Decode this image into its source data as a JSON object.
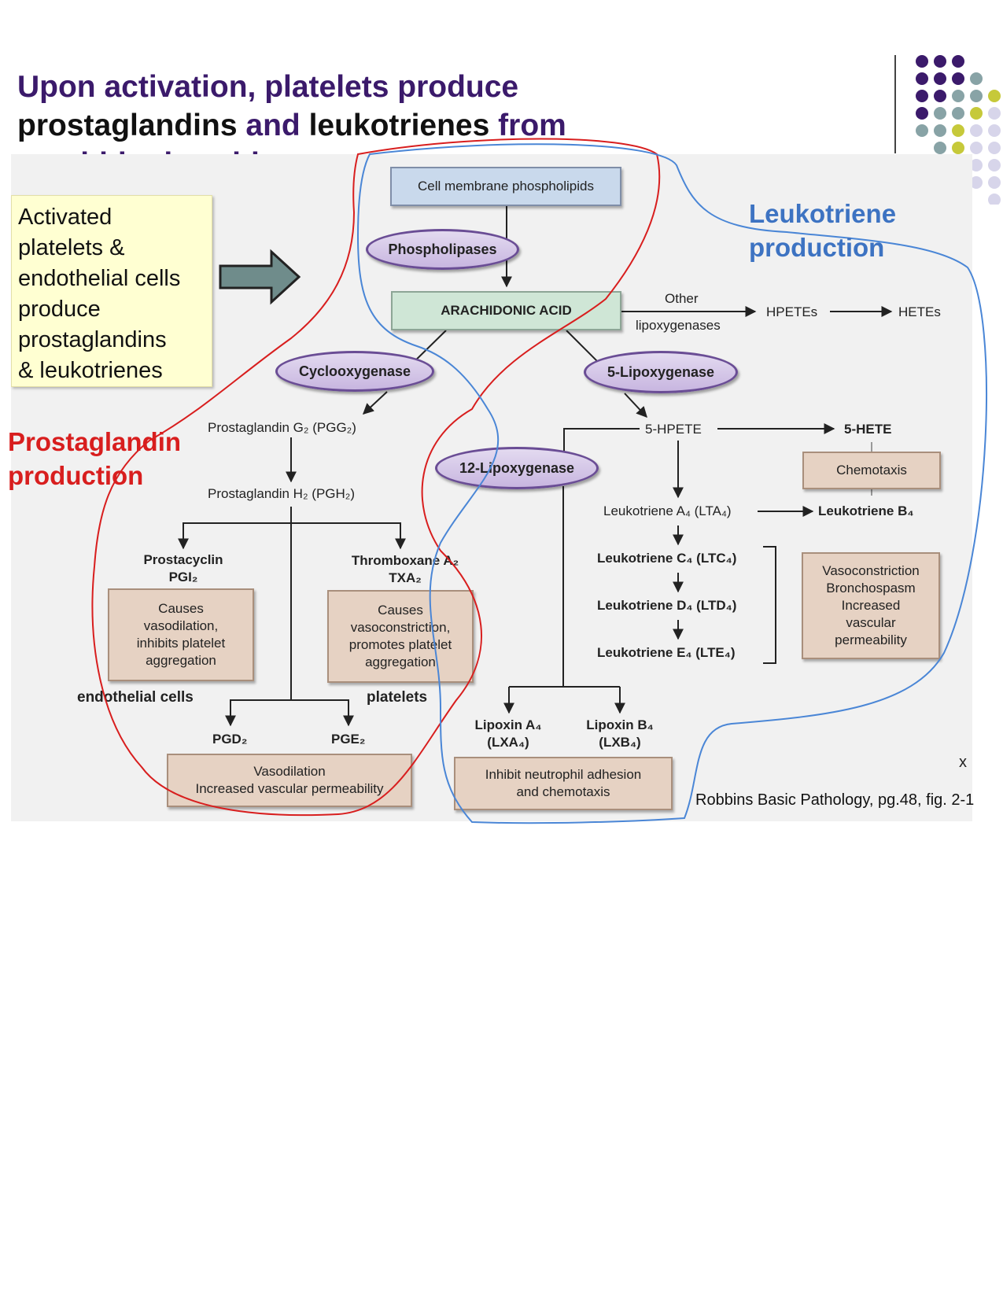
{
  "title": {
    "line1": "Upon activation, platelets produce",
    "line2_a": "prostaglandins",
    "line2_b": " and ",
    "line2_c": "leukotrienes",
    "line2_d": " from",
    "line3": "arachidonic acid"
  },
  "callout": {
    "lines": [
      "Activated",
      "platelets &",
      "endothelial cells",
      "produce",
      "prostaglandins",
      "& leukotrienes"
    ]
  },
  "annotations": {
    "leukotriene_line1": "Leukotriene",
    "leukotriene_line2": "production",
    "prostaglandin_line1": "Prostaglandin",
    "prostaglandin_line2": "production"
  },
  "diagram": {
    "cell_membrane": "Cell membrane phospholipids",
    "phospholipases": "Phospholipases",
    "arachidonic_acid": "ARACHIDONIC ACID",
    "other": "Other",
    "lipoxygenases": "lipoxygenases",
    "hpetes": "HPETEs",
    "hetes": "HETEs",
    "cyclooxygenase": "Cyclooxygenase",
    "lipoxygenase5": "5-Lipoxygenase",
    "lipoxygenase12": "12-Lipoxygenase",
    "pgg2": "Prostaglandin G₂ (PGG₂)",
    "pgh2": "Prostaglandin H₂ (PGH₂)",
    "hpete5": "5-HPETE",
    "hete5": "5-HETE",
    "chemotaxis": "Chemotaxis",
    "lta4": "Leukotriene A₄ (LTA₄)",
    "ltb4": "Leukotriene B₄",
    "ltc4": "Leukotriene C₄ (LTC₄)",
    "ltd4": "Leukotriene D₄ (LTD₄)",
    "lte4": "Leukotriene E₄ (LTE₄)",
    "vaso_lines": [
      "Vasoconstriction",
      "Bronchospasm",
      "Increased",
      "vascular",
      "permeability"
    ],
    "prostacyclin_1": "Prostacyclin",
    "prostacyclin_2": "PGI₂",
    "thromboxane_1": "Thromboxane A₂",
    "thromboxane_2": "TXA₂",
    "pgi2_effect_lines": [
      "Causes",
      "vasodilation,",
      "inhibits platelet",
      "aggregation"
    ],
    "txa2_effect_lines": [
      "Causes",
      "vasoconstriction,",
      "promotes platelet",
      "aggregation"
    ],
    "endothelial_cells": "endothelial cells",
    "platelets": "platelets",
    "pgd2": "PGD₂",
    "pge2": "PGE₂",
    "vasodilation_lines": [
      "Vasodilation",
      "Increased vascular permeability"
    ],
    "lxa4_1": "Lipoxin A₄",
    "lxa4_2": "(LXA₄)",
    "lxb4_1": "Lipoxin B₄",
    "lxb4_2": "(LXB₄)",
    "lipoxin_effect_lines": [
      "Inhibit neutrophil adhesion",
      "and chemotaxis"
    ]
  },
  "source": "Robbins Basic Pathology, pg.48, fig. 2-1",
  "x_mark": "x",
  "colors": {
    "title_purple": "#3b1a6b",
    "leukotriene_blue": "#3d73c2",
    "prostaglandin_red": "#d81e1e",
    "dots": [
      "#3b1a6b",
      "#88a3a6",
      "#c6c93a",
      "#d7d5ea"
    ]
  }
}
